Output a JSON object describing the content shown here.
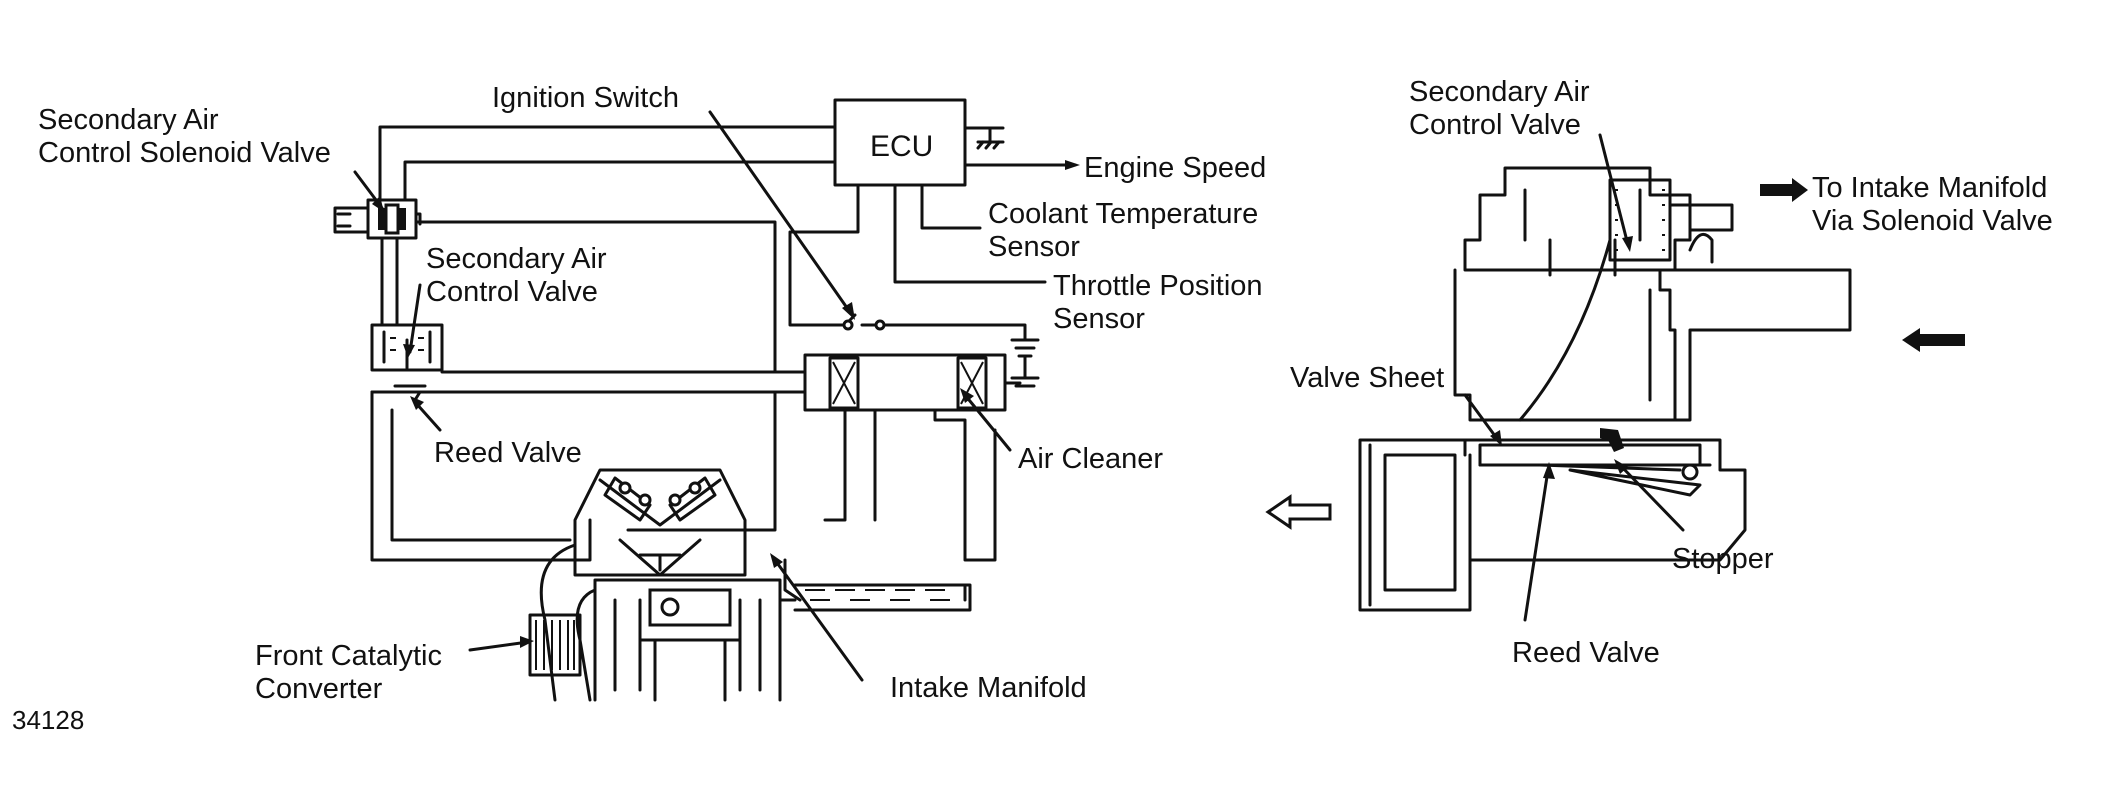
{
  "figure_id": "34128",
  "labels": {
    "secondary_air_control_solenoid_valve": "Secondary Air\nControl Solenoid Valve",
    "ignition_switch": "Ignition Switch",
    "ecu": "ECU",
    "engine_speed": "Engine Speed",
    "coolant_temperature_sensor": "Coolant Temperature\nSensor",
    "throttle_position_sensor": "Throttle Position\nSensor",
    "secondary_air_control_valve_left": "Secondary Air\nControl Valve",
    "reed_valve_left": "Reed Valve",
    "air_cleaner": "Air Cleaner",
    "front_catalytic_converter": "Front Catalytic\nConverter",
    "intake_manifold": "Intake Manifold",
    "secondary_air_control_valve_right": "Secondary Air\nControl Valve",
    "to_intake_manifold": "To Intake Manifold\nVia Solenoid Valve",
    "valve_sheet": "Valve Sheet",
    "stopper": "Stopper",
    "reed_valve_right": "Reed Valve"
  }
}
